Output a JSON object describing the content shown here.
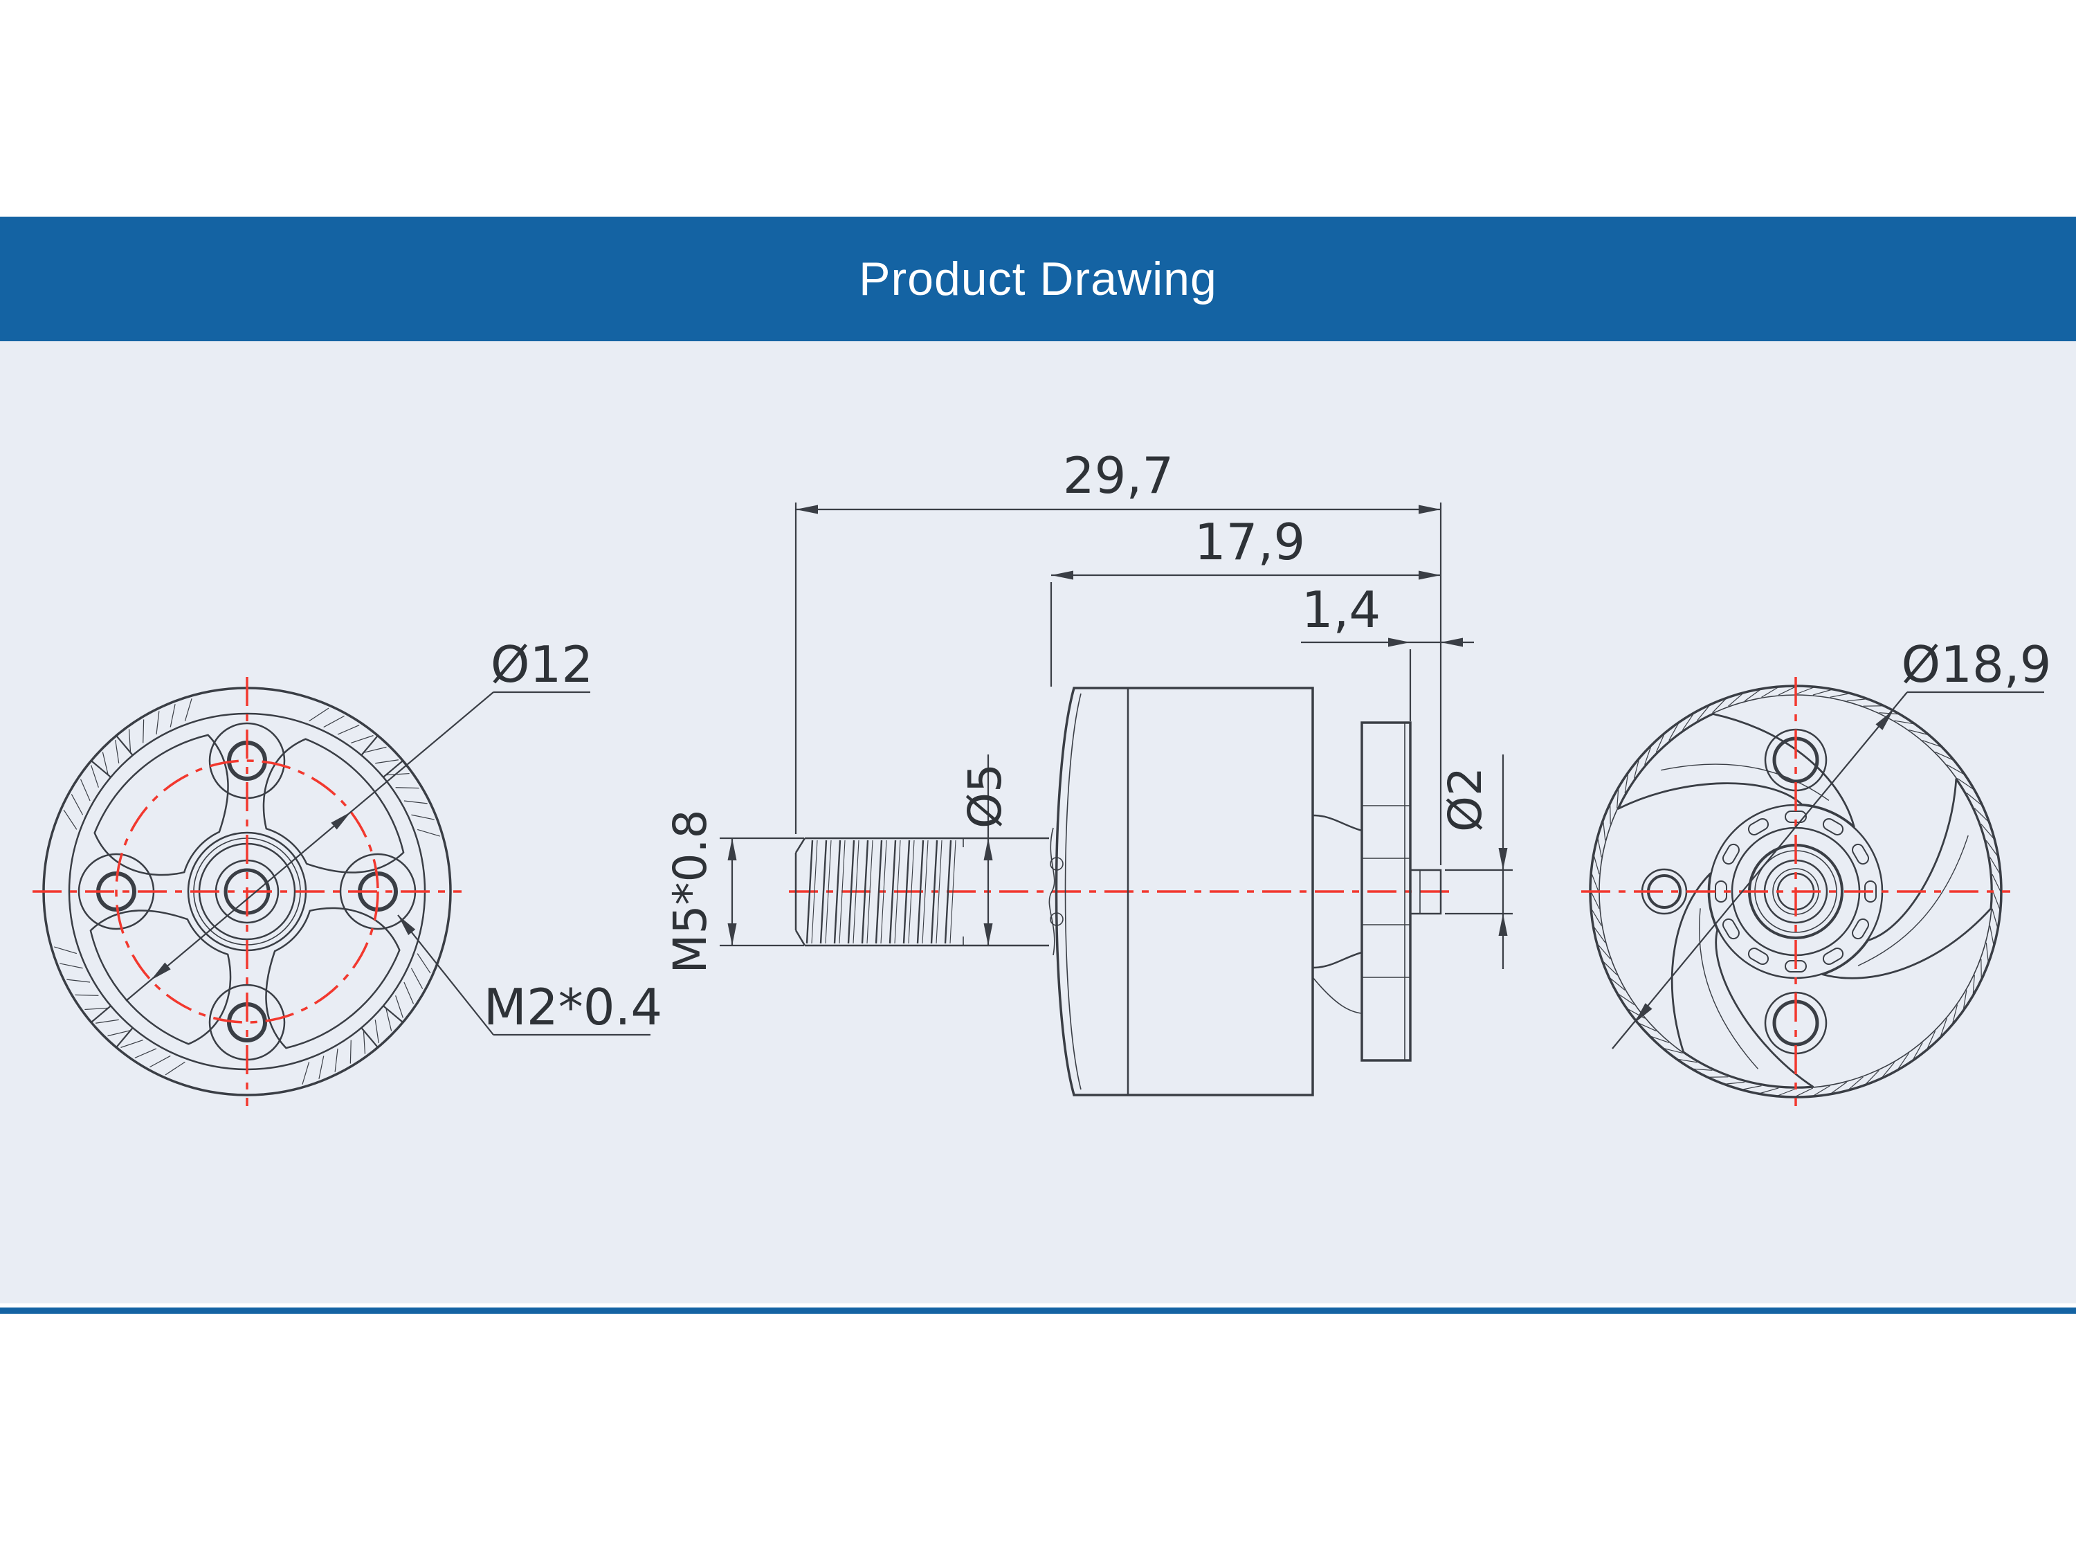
{
  "header": {
    "title": "Product Drawing"
  },
  "drawing": {
    "front_view": {
      "labels": {
        "bolt_circle_dia": "Ø12",
        "mount_thread": "M2*0.4"
      }
    },
    "side_view": {
      "labels": {
        "overall_length": "29,7",
        "body_length": "17,9",
        "rear_protrusion": "1,4",
        "shaft_thread": "M5*0.8",
        "shaft_dia": "Ø5",
        "rear_shaft_dia": "Ø2"
      }
    },
    "rear_view": {
      "labels": {
        "outer_dia": "Ø18,9"
      }
    }
  },
  "colors": {
    "header_bg": "#1463a3",
    "panel_bg": "#e9edf4",
    "line": "#3a3e45",
    "centerline_red": "#f2382e",
    "text": "#2e3237",
    "divider": "#1463a3"
  }
}
